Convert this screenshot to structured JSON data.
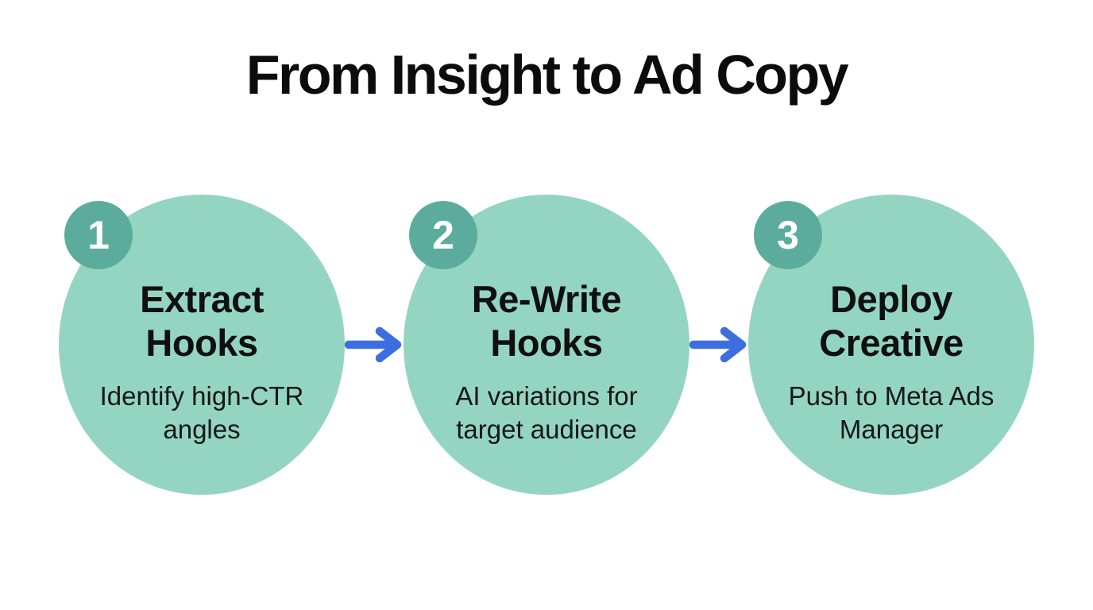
{
  "title": "From Insight to Ad Copy",
  "colors": {
    "background": "#FFFFFF",
    "circle_fill": "#93D5C1",
    "badge_fill": "#5CAC9D",
    "badge_text": "#FFFFFF",
    "arrow": "#3D6EE0",
    "title_text": "#0C0C0C",
    "step_title_text": "#101010",
    "step_subtitle_text": "#161616"
  },
  "steps": [
    {
      "number": "1",
      "title": "Extract\nHooks",
      "subtitle": "Identify high-CTR\nangles"
    },
    {
      "number": "2",
      "title": "Re-Write\nHooks",
      "subtitle": "AI variations for\ntarget audience"
    },
    {
      "number": "3",
      "title": "Deploy\nCreative",
      "subtitle": "Push to Meta Ads\nManager"
    }
  ],
  "arrows": [
    {
      "icon": "arrow-right"
    },
    {
      "icon": "arrow-right"
    }
  ]
}
